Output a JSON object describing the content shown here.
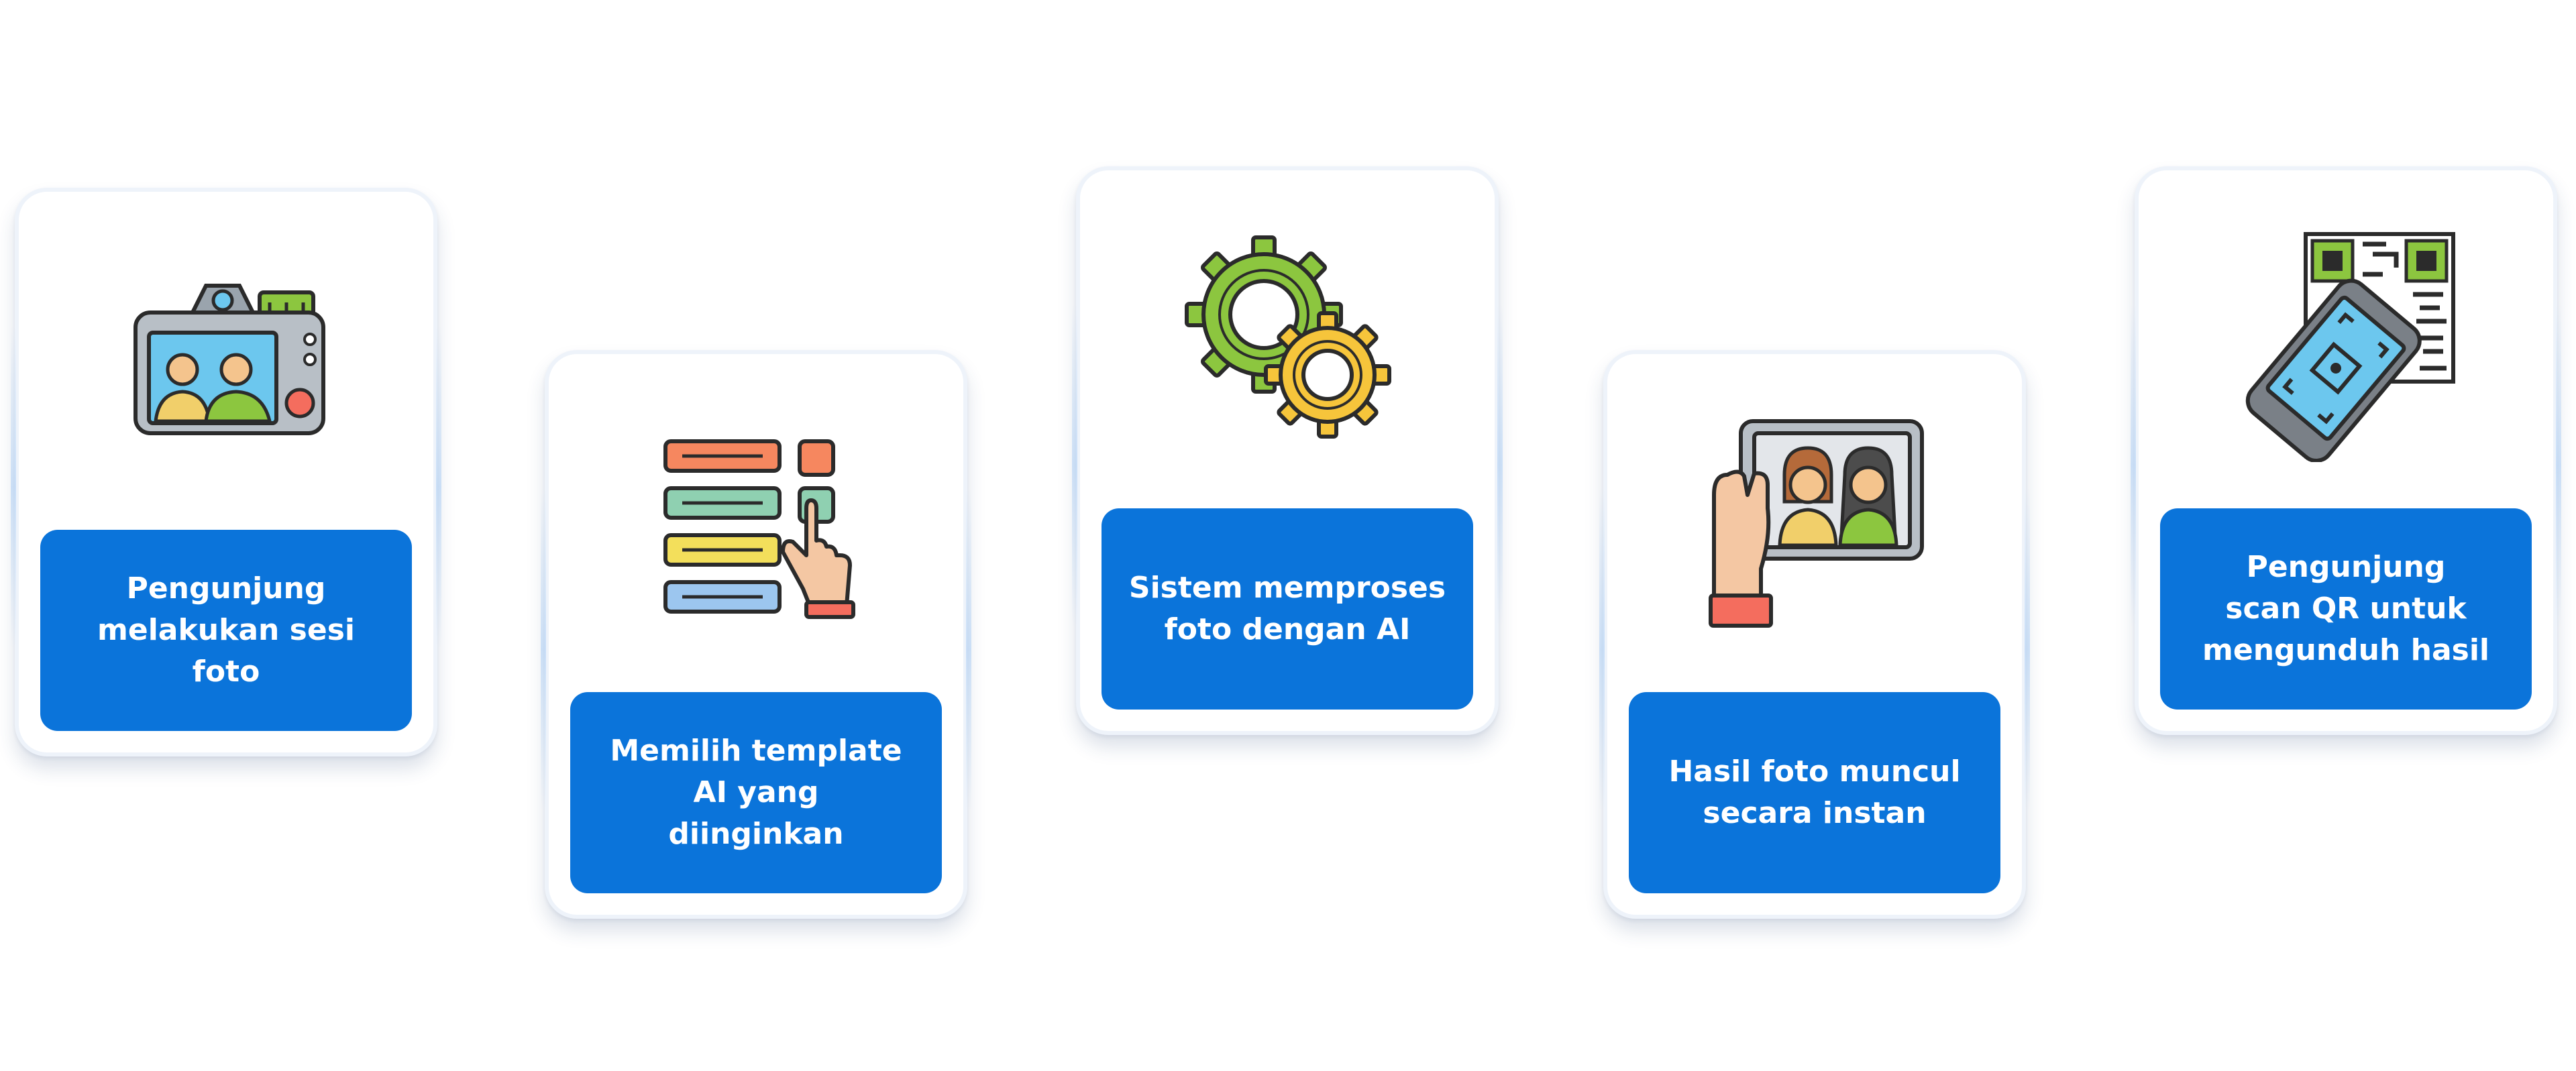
{
  "steps": [
    {
      "label": "Pengunjung\nmelakukan sesi foto",
      "icon": "camera-icon"
    },
    {
      "label": "Memilih template\nAI yang\ndiinginkan",
      "icon": "select-template-icon"
    },
    {
      "label": "Sistem memproses\nfoto dengan AI",
      "icon": "gears-icon"
    },
    {
      "label": "Hasil foto muncul\nsecara instan",
      "icon": "photo-in-hand-icon"
    },
    {
      "label": "Pengunjung\nscan QR untuk\nmengunduh hasil",
      "icon": "qr-scan-icon"
    }
  ],
  "colors": {
    "accent": "#0b74da",
    "label_text": "#ffffff",
    "card_background": "#ffffff"
  }
}
